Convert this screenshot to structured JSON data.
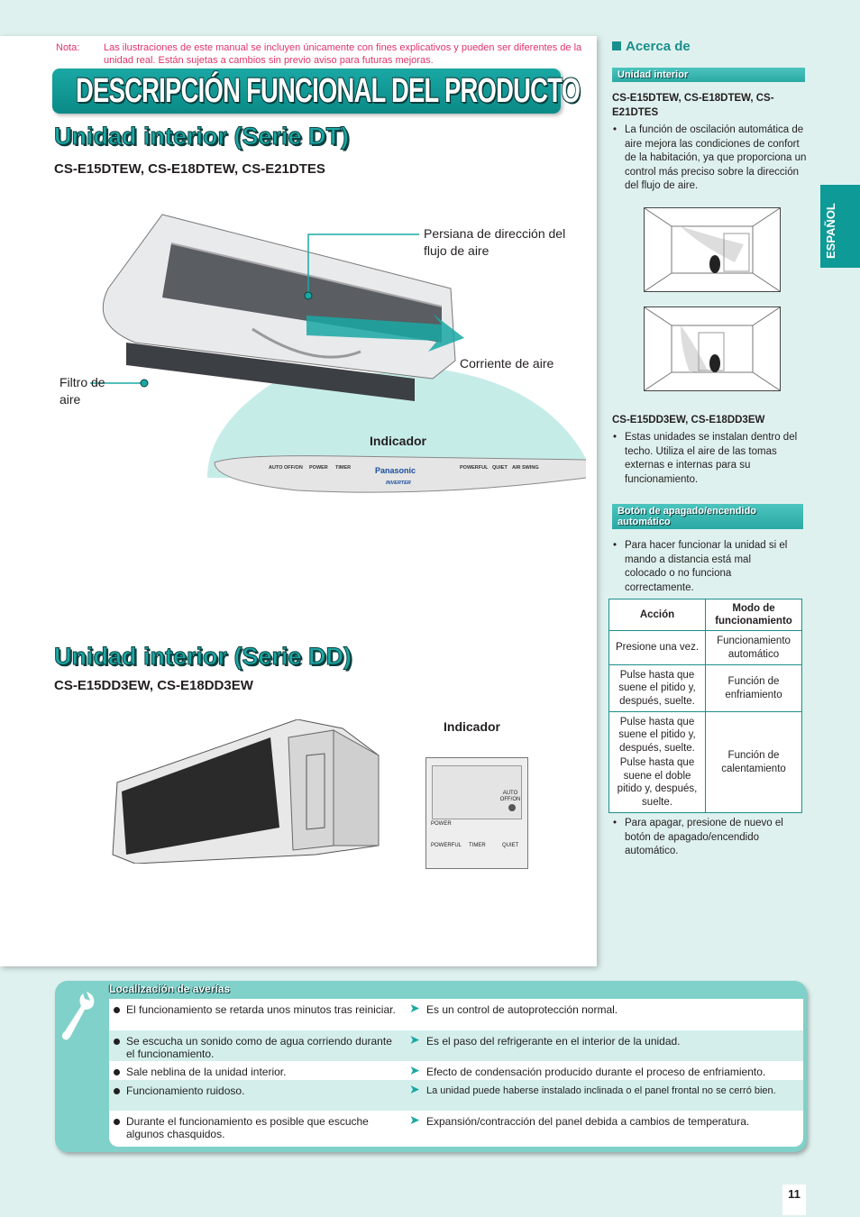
{
  "note": {
    "label": "Nota:",
    "text": "Las ilustraciones de este manual se incluyen únicamente con fines explicativos y pueden ser diferentes de la unidad real. Están sujetas a cambios sin previo aviso para futuras mejoras."
  },
  "title": "DESCRIPCIÓN FUNCIONAL DEL PRODUCTO",
  "dt_section": {
    "title": "Unidad interior (Serie DT)",
    "models": "CS-E15DTEW, CS-E18DTEW, CS-E21DTES",
    "label_louver": "Persiana de dirección del flujo de aire",
    "label_airflow": "Corriente de aire",
    "label_filter": "Filtro de aire",
    "label_indicator": "Indicador",
    "panel": {
      "auto": "AUTO OFF/ON",
      "power": "POWER",
      "timer": "TIMER",
      "brand": "Panasonic",
      "inverter": "INVERTER",
      "powerful": "POWERFUL",
      "quiet": "QUIET",
      "swing": "AIR SWING"
    }
  },
  "dd_section": {
    "title": "Unidad interior (Serie DD)",
    "models": "CS-E15DD3EW, CS-E18DD3EW",
    "label_indicator": "Indicador",
    "panel": {
      "auto": "AUTO OFF/ON",
      "power": "POWER",
      "powerful": "POWERFUL",
      "timer": "TIMER",
      "quiet": "QUIET"
    }
  },
  "about": {
    "heading": "Acerca de",
    "indoor_bar": "Unidad interior",
    "dt_models": "CS-E15DTEW, CS-E18DTEW, CS-E21DTES",
    "dt_bullet": "La función de oscilación automática de aire mejora las condiciones de confort de la habitación, ya que proporciona un control más preciso sobre la dirección del flujo de aire.",
    "dd_models": "CS-E15DD3EW, CS-E18DD3EW",
    "dd_bullet": "Estas unidades se instalan dentro del techo. Utiliza el aire de las tomas externas e internas para su funcionamiento.",
    "auto_bar": "Botón de apagado/encendido automático",
    "auto_bullet": "Para hacer funcionar la unidad si el mando a distancia está mal colocado o no funciona correctamente.",
    "table": {
      "head_action": "Acción",
      "head_mode": "Modo de funcionamiento",
      "r1_action": "Presione una vez.",
      "r1_mode": "Funcionamiento automático",
      "r2_action": "Pulse hasta que suene el pitido y, después, suelte.",
      "r2_mode": "Función de enfriamiento",
      "r3_action_a": "Pulse hasta que suene el pitido y, después, suelte.",
      "r3_action_b": "Pulse hasta que suene el doble pitido y, después, suelte.",
      "r3_mode": "Función de calentamiento"
    },
    "off_bullet": "Para apagar, presione de nuevo el botón de apagado/encendido automático."
  },
  "language_tab": "ESPAÑOL",
  "troubleshooting": {
    "title": "Localización de averías",
    "rows": [
      {
        "problem": "El funcionamiento se retarda unos minutos tras reiniciar.",
        "cause": "Es un control de autoprotección normal."
      },
      {
        "problem": "Se escucha un sonido como de agua corriendo durante el funcionamiento.",
        "cause": "Es el paso del refrigerante en el interior de la unidad."
      },
      {
        "problem": "Sale neblina de la unidad interior.",
        "cause": "Efecto de condensación producido durante el proceso de enfriamiento."
      },
      {
        "problem": "Funcionamiento ruidoso.",
        "cause": "La unidad puede haberse instalado inclinada o el panel frontal no se cerró bien."
      },
      {
        "problem": "Durante el funcionamiento es posible que escuche algunos chasquidos.",
        "cause": "Expansión/contracción del panel debida a cambios de temperatura."
      }
    ]
  },
  "page_number": "11"
}
